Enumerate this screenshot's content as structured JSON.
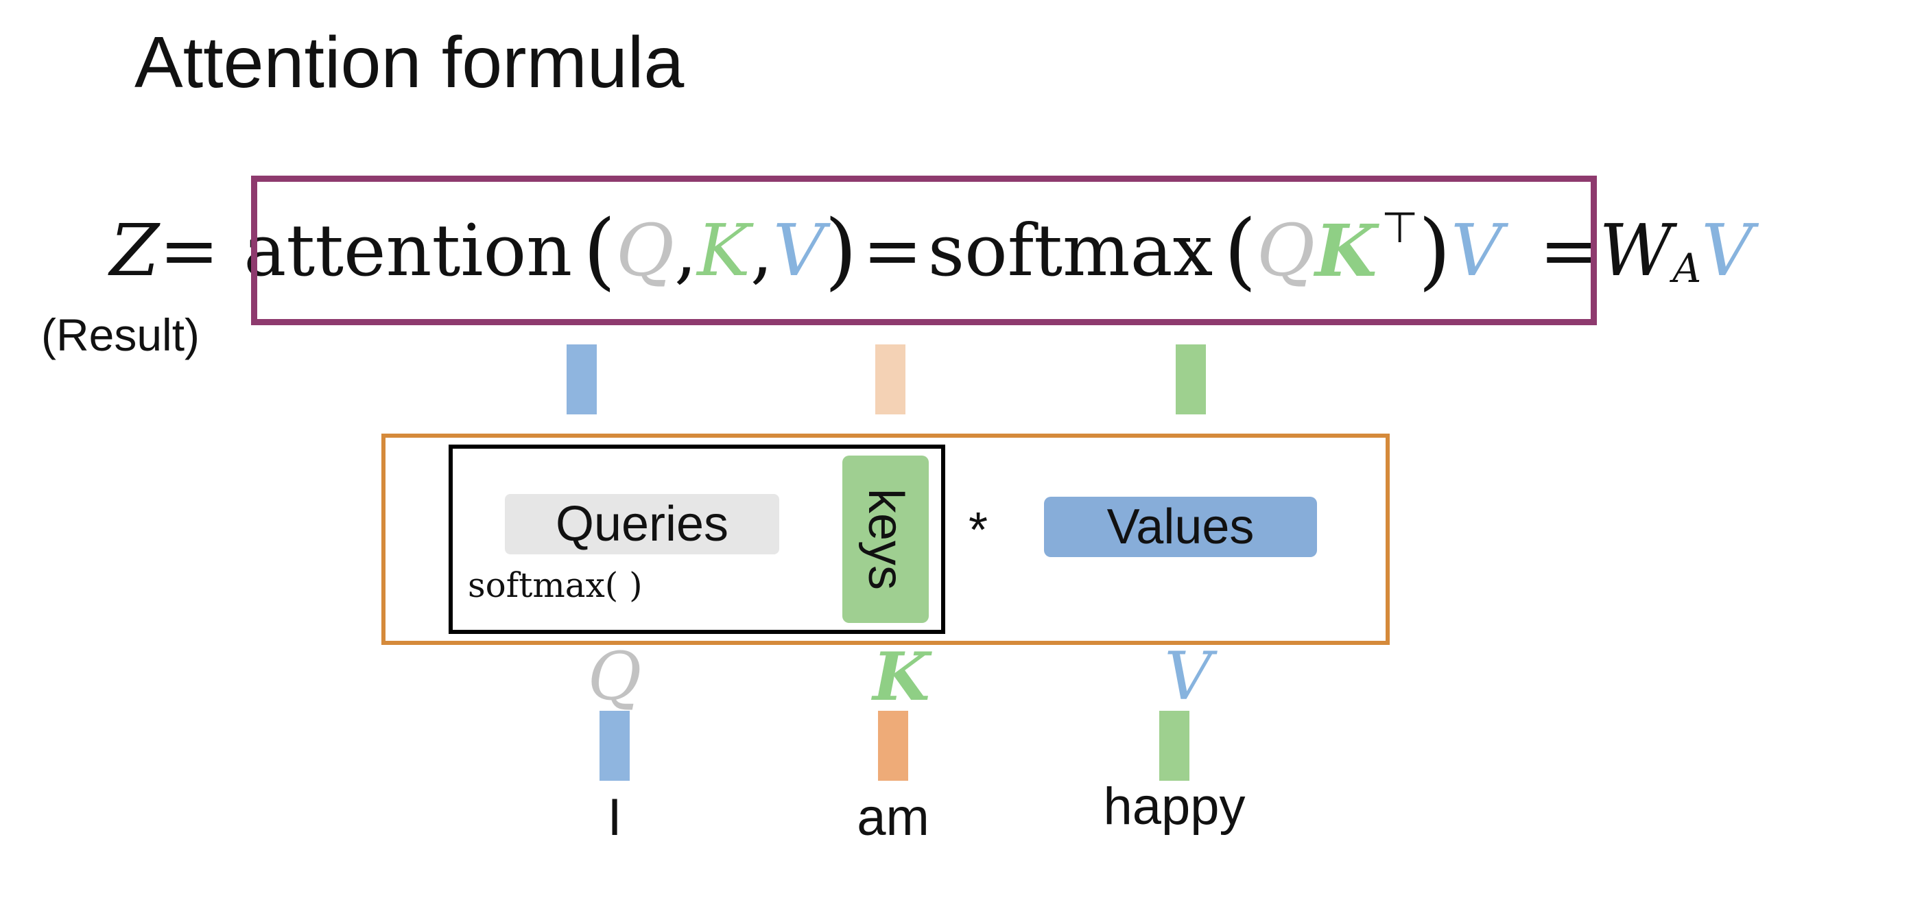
{
  "title": "Attention formula",
  "colors": {
    "query_gray": "#c2c2c2",
    "key_green": "#8fcf85",
    "value_blue": "#87b3de",
    "bar_blue": "#8fb5df",
    "bar_peach": "#f4d2b5",
    "bar_green": "#9ed08f",
    "bar_orange": "#eeab78",
    "formula_border": "#8e3a6e",
    "matrix_border": "#d58a3b"
  },
  "formula": {
    "z": "Z",
    "eq1": " =",
    "attention": "attention",
    "lparen": "(",
    "q": "Q",
    "comma1": ", ",
    "k": "K",
    "comma2": ", ",
    "v": "V",
    "rparen": ")",
    "eq2": " = ",
    "softmax": "softmax",
    "lparen2": "(",
    "q2": "Q",
    "k2": "K",
    "transpose": "⊤",
    "rparen2": ")",
    "v2": "V",
    "eq3": "= ",
    "w": "W",
    "w_sub": "A",
    "v3": "V"
  },
  "result_label": "(Result)",
  "matrix": {
    "queries_label": "Queries",
    "softmax_label": "softmax(  )",
    "keys_label": "keys",
    "multiply": "*",
    "values_label": "Values"
  },
  "qkv_letters": [
    "Q",
    "K",
    "V"
  ],
  "words": [
    "I",
    "am",
    "happy"
  ]
}
